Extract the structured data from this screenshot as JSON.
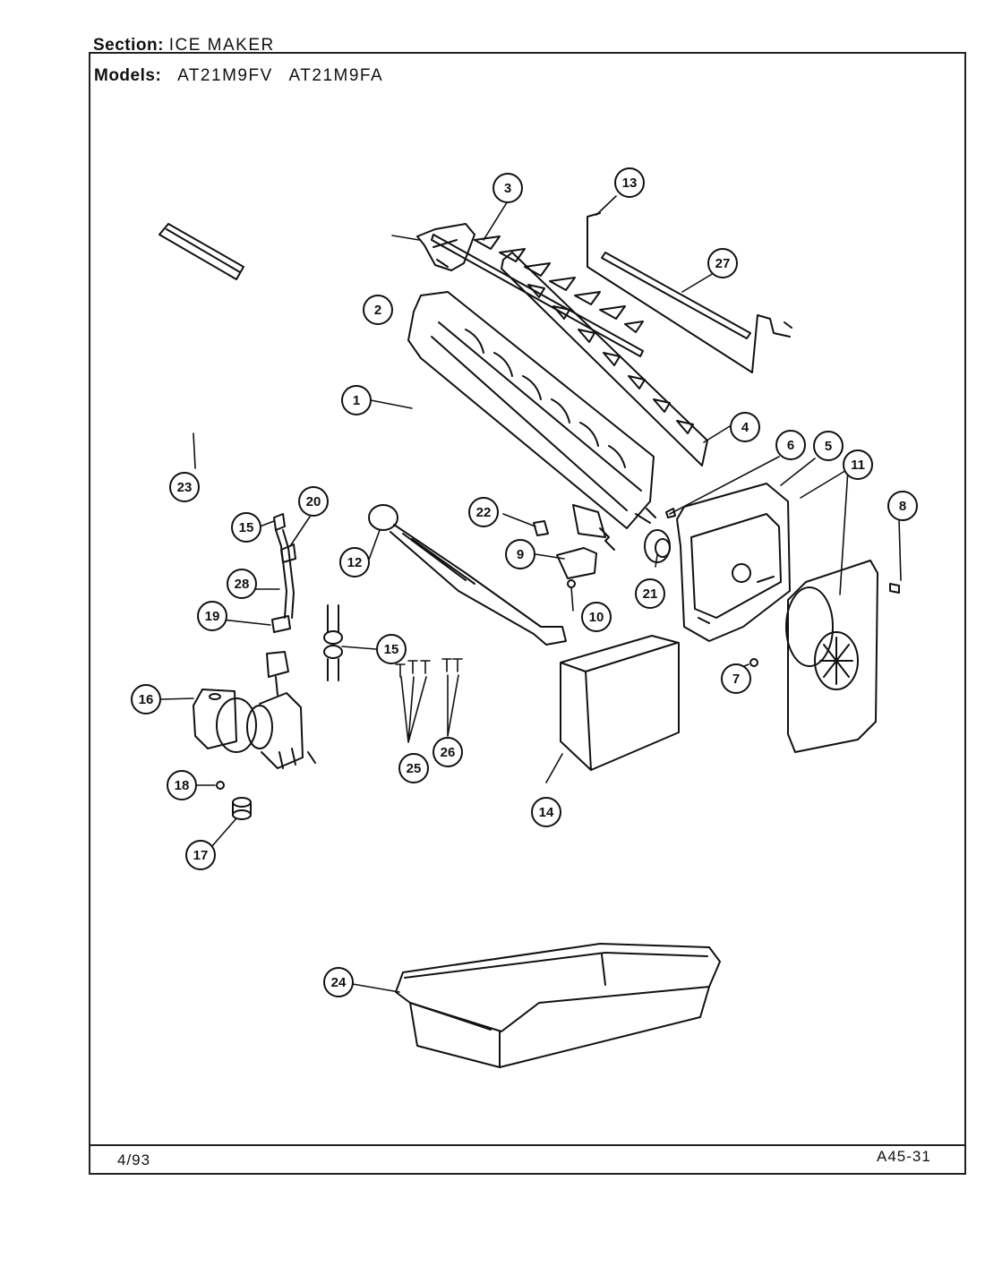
{
  "header": {
    "section_label": "Section:",
    "section_value": "ICE MAKER",
    "models_label": "Models:",
    "models": [
      "AT21M9FV",
      "AT21M9FA"
    ]
  },
  "footer": {
    "date": "4/93",
    "code": "A45-31"
  },
  "callouts": [
    "1",
    "2",
    "3",
    "4",
    "5",
    "6",
    "7",
    "8",
    "9",
    "10",
    "11",
    "12",
    "13",
    "14",
    "15",
    "15",
    "16",
    "17",
    "18",
    "19",
    "20",
    "21",
    "22",
    "23",
    "24",
    "25",
    "26",
    "27",
    "28"
  ]
}
